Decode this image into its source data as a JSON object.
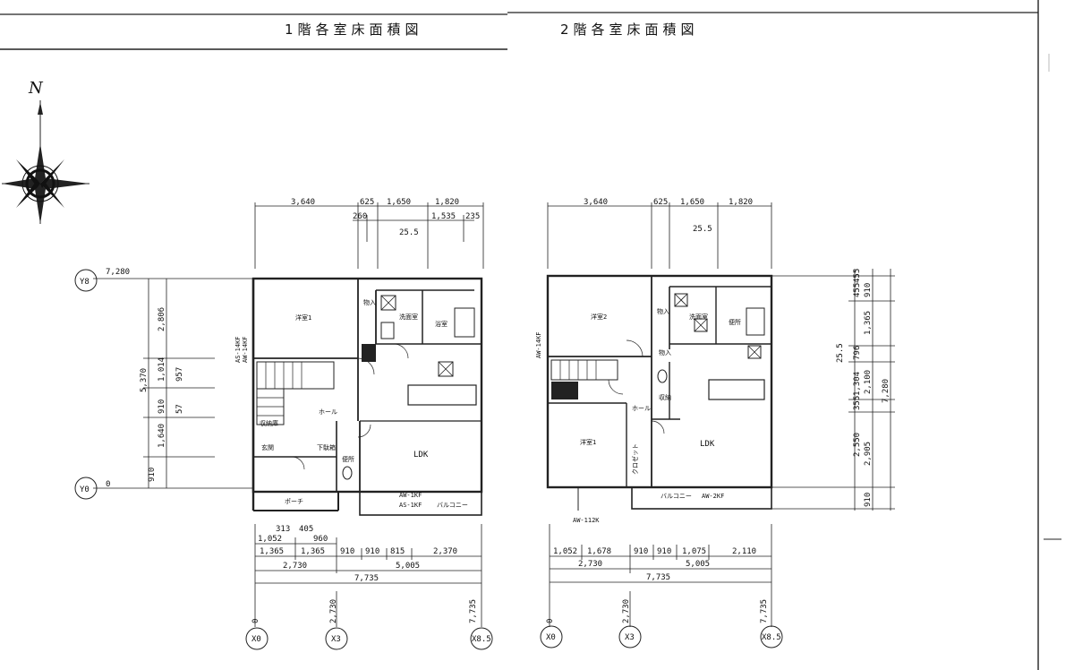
{
  "titles": {
    "floor1": "1階各室床面積図",
    "floor2": "2階各室床面積図"
  },
  "compass": {
    "north": "N"
  },
  "floor1": {
    "top_dims_row1": [
      "3,640",
      "625",
      "1,650",
      "1,820"
    ],
    "top_dims_row2": [
      "260",
      "1,535",
      "235"
    ],
    "slope": "25.5",
    "grid_y8": "Y8",
    "grid_y8_value": "7,280",
    "grid_y0": "Y0",
    "grid_y0_value": "0",
    "left_dims": [
      "2,806",
      "1,014",
      "957",
      "910",
      "57",
      "1,640",
      "910"
    ],
    "left_total": "5,370",
    "window_labels": [
      "AS-14KF",
      "AW-14KF"
    ],
    "rooms": {
      "western1": "洋室1",
      "storage1": "物入",
      "washroom": "洗面室",
      "bath": "浴室",
      "hall": "ホール",
      "storage2": "収納庫",
      "entrance": "玄関",
      "shoebox": "下駄箱",
      "toilet": "便所",
      "ldk": "LDK",
      "porch": "ポーチ",
      "balcony": "バルコニー"
    },
    "bottom_labels": [
      "AW-1KF",
      "AS-1KF"
    ],
    "bottom_dims_row1": [
      "313",
      "405"
    ],
    "bottom_dims_row2": [
      "1,052",
      "960"
    ],
    "bottom_dims_row3": [
      "1,365",
      "1,365",
      "910",
      "910",
      "815",
      "2,370"
    ],
    "bottom_dims_row4": [
      "2,730",
      "5,005"
    ],
    "bottom_total": "7,735",
    "axis_values": [
      "0",
      "2,730",
      "7,735"
    ],
    "axis_markers": [
      "X0",
      "X3",
      "X8.5"
    ]
  },
  "floor2": {
    "top_dims_row1": [
      "3,640",
      "625",
      "1,650",
      "1,820"
    ],
    "slope": "25.5",
    "window_label": "AW-14KF",
    "rooms": {
      "western2": "洋室2",
      "storage1": "物入",
      "washroom": "洗面室",
      "toilet": "便所",
      "storage2": "物入",
      "storage3": "収納",
      "hall": "ホール",
      "western1": "洋室1",
      "closet": "クロゼット",
      "ldk": "LDK",
      "balcony": "バルコニー"
    },
    "balcony_label": "AW-2KF",
    "bottom_window": "AW-112K",
    "right_dims": [
      "455",
      "455",
      "910",
      "1,365",
      "796",
      "1,304",
      "355",
      "2,550",
      "910"
    ],
    "right_dims_b": [
      "2,100",
      "2,905"
    ],
    "right_total": "7,280",
    "right_slope": "25.5",
    "bottom_dims_row1": [
      "1,052",
      "1,678",
      "910",
      "910",
      "1,075",
      "2,110"
    ],
    "bottom_dims_row2": [
      "2,730",
      "5,005"
    ],
    "bottom_total": "7,735",
    "axis_values": [
      "0",
      "2,730",
      "7,735"
    ],
    "axis_markers": [
      "X0",
      "X3",
      "X8.5"
    ]
  }
}
